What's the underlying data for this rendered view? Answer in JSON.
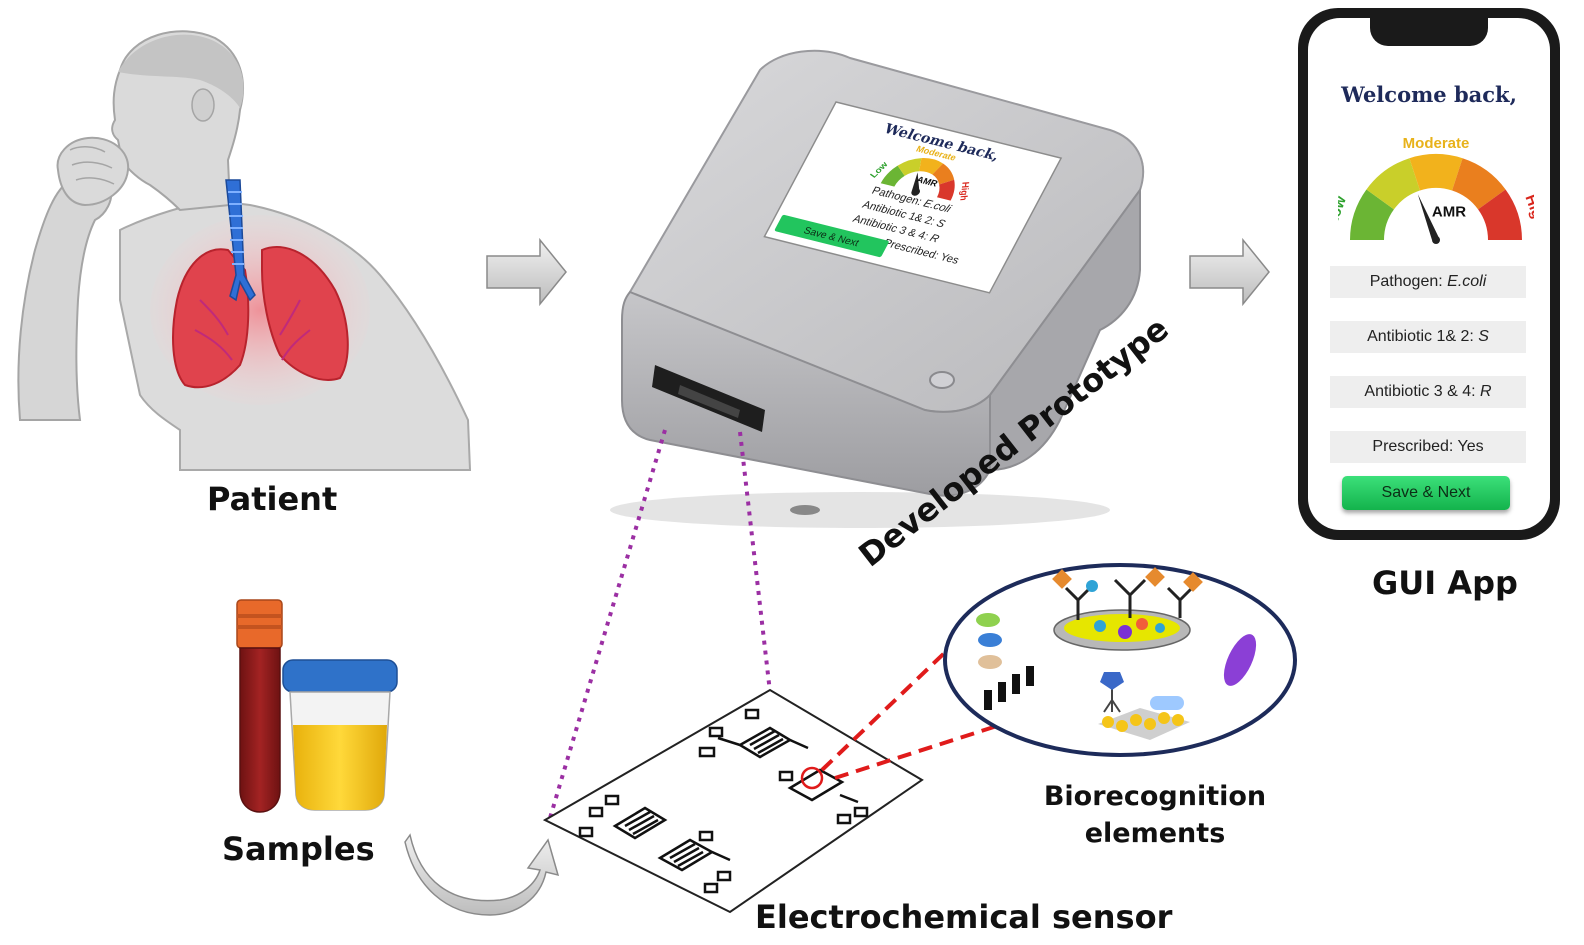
{
  "labels": {
    "patient": "Patient",
    "prototype": "Developed Prototype",
    "gui_app": "GUI App",
    "samples": "Samples",
    "sensor": "Electrochemical sensor",
    "biorecognition_line1": "Biorecognition",
    "biorecognition_line2": "elements"
  },
  "app": {
    "welcome": "Welcome back,",
    "gauge": {
      "low": "Low",
      "moderate": "Moderate",
      "high": "High",
      "center": "AMR"
    },
    "pathogen_label": "Pathogen: ",
    "pathogen_value": "E.coli",
    "antibiotic12_label": "Antibiotic 1& 2: ",
    "antibiotic12_value": "S",
    "antibiotic34_label": "Antibiotic 3 & 4: ",
    "antibiotic34_value": "R",
    "prescribed": "Prescribed: Yes",
    "save_button": "Save & Next"
  },
  "device_screen": {
    "welcome": "Welcome back,",
    "gauge": {
      "low": "Low",
      "moderate": "Moderate",
      "high": "High",
      "center": "AMR"
    },
    "pathogen_label": "Pathogen: ",
    "pathogen_value": "E.coli",
    "antibiotic12_label": "Antibiotic 1& 2: ",
    "antibiotic12_value": "S",
    "antibiotic34_label": "Antibiotic 3 & 4: ",
    "antibiotic34_value": "R",
    "prescribed": "Prescribed: Yes",
    "save_button": "Save & Next"
  },
  "colors": {
    "gauge": [
      "#6bb534",
      "#c9cf2a",
      "#f2b21c",
      "#ea7f1e",
      "#d9372b"
    ],
    "low_text": "#2ea12e",
    "moderate_text": "#e8b21a",
    "high_text": "#d9261c",
    "save_green": "#22c55e",
    "dotted_purple": "#9b2fa3",
    "dashed_red": "#e01b1b",
    "lung_red": "#e0434d",
    "trachea_blue": "#2f6fd6",
    "blood_red": "#8e1f1f",
    "urine_yellow": "#f5c518",
    "cap_orange": "#e8692a",
    "cap_blue": "#2f72c9"
  }
}
